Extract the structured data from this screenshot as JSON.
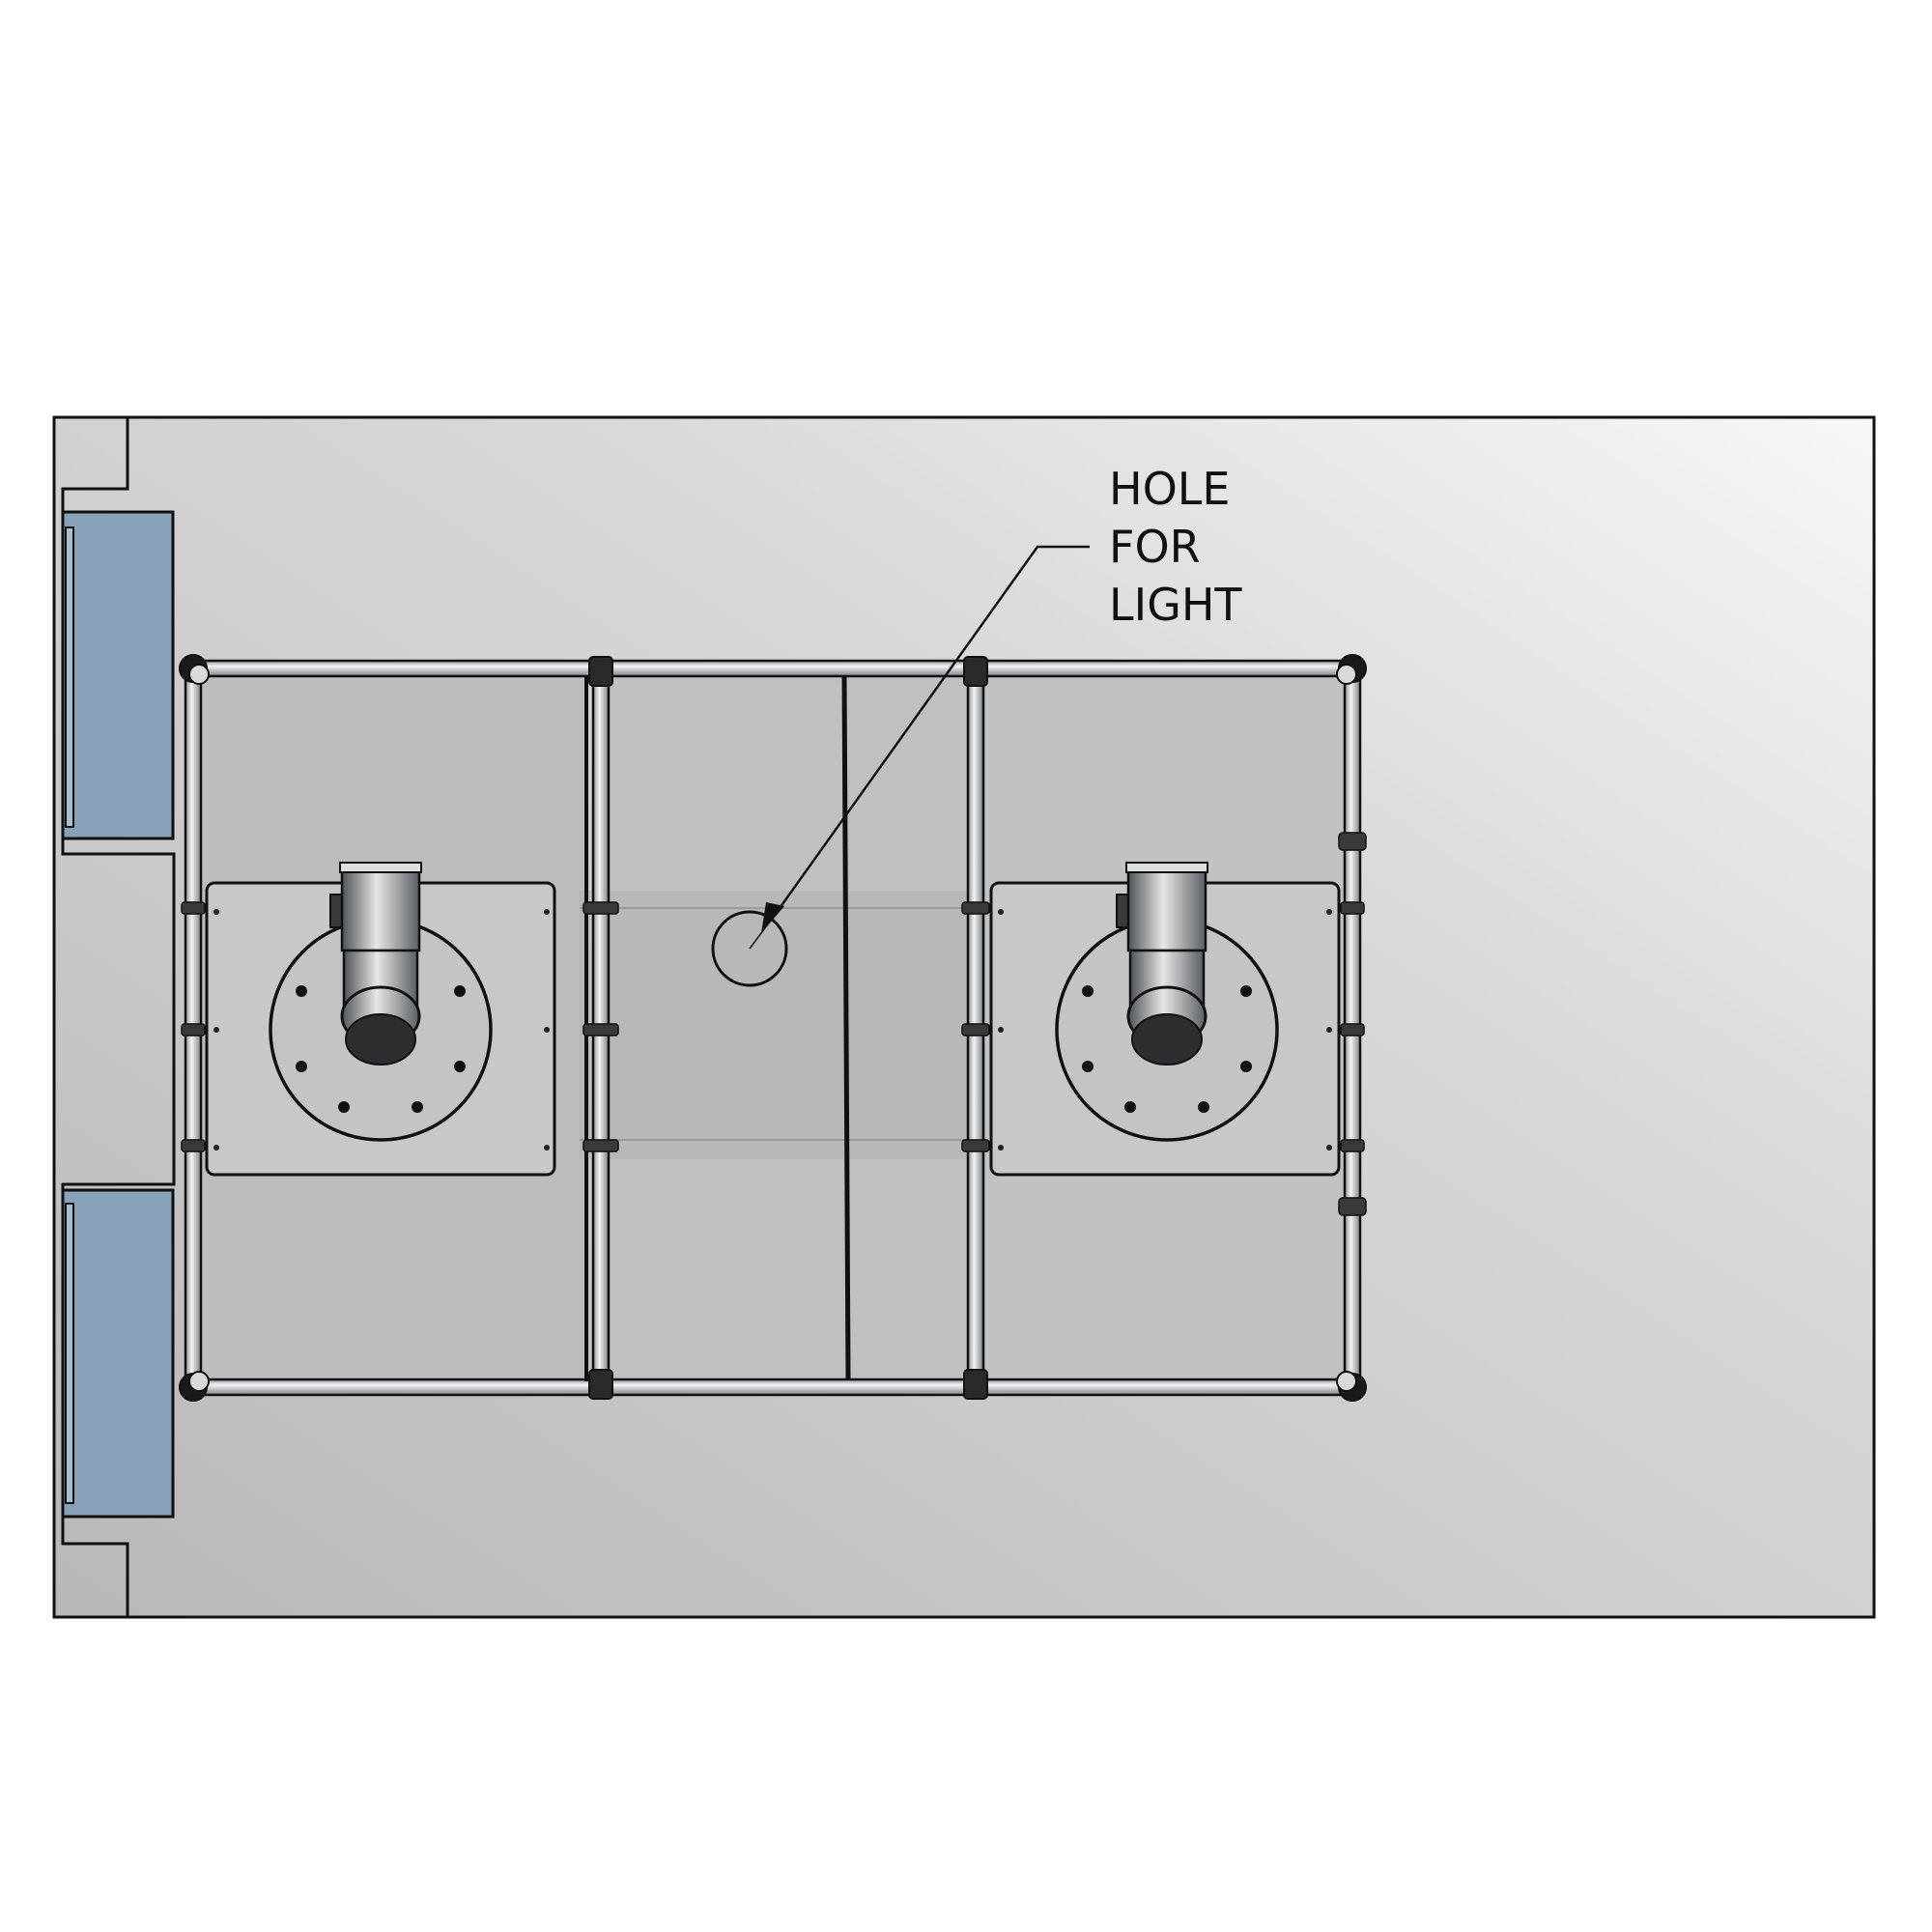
{
  "callout": {
    "lines": [
      "HOLE",
      "FOR",
      "LIGHT"
    ]
  },
  "colors": {
    "panel_light": "#f4f4f4",
    "panel_mid": "#c6c6c6",
    "panel_dark": "#b9b9b9",
    "interior": "#bdbdbd",
    "mount_plate": "#c9c9c9",
    "side_window": "#87a2b9",
    "pipe": "#bfc3c7",
    "outline": "#111111"
  },
  "icons": {
    "fan_unit": "duct-fan-icon",
    "light_hole": "circle-hole-icon"
  }
}
